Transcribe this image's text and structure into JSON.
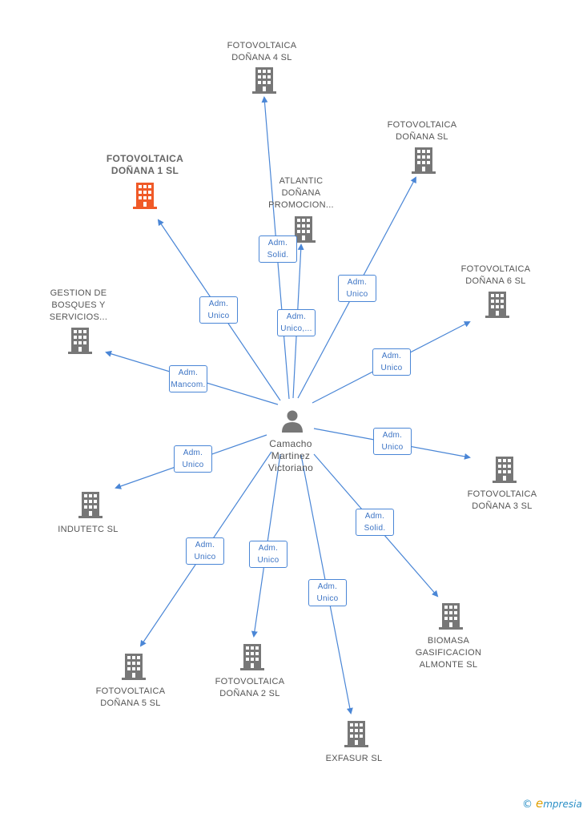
{
  "center": {
    "lines": [
      "Camacho",
      "Martinez",
      "Victoriano"
    ]
  },
  "nodes": [
    {
      "id": "fotovoltaica-donana-1",
      "lines": [
        "FOTOVOLTAICA",
        "DOÑANA 1 SL"
      ],
      "main": true
    },
    {
      "id": "fotovoltaica-donana-4",
      "lines": [
        "FOTOVOLTAICA",
        "DOÑANA 4 SL"
      ]
    },
    {
      "id": "fotovoltaica-donana",
      "lines": [
        "FOTOVOLTAICA",
        "DOÑANA SL"
      ]
    },
    {
      "id": "atlantic-donana",
      "lines": [
        "ATLANTIC",
        "DOÑANA",
        "PROMOCION..."
      ]
    },
    {
      "id": "fotovoltaica-donana-6",
      "lines": [
        "FOTOVOLTAICA",
        "DOÑANA 6  SL"
      ]
    },
    {
      "id": "gestion-bosques",
      "lines": [
        "GESTION DE",
        "BOSQUES Y",
        "SERVICIOS..."
      ]
    },
    {
      "id": "fotovoltaica-donana-3",
      "lines": [
        "FOTOVOLTAICA",
        "DOÑANA 3  SL"
      ]
    },
    {
      "id": "indutetc",
      "lines": [
        "INDUTETC SL"
      ]
    },
    {
      "id": "biomasa",
      "lines": [
        "BIOMASA",
        "GASIFICACION",
        "ALMONTE SL"
      ]
    },
    {
      "id": "fotovoltaica-donana-5",
      "lines": [
        "FOTOVOLTAICA",
        "DOÑANA 5 SL"
      ]
    },
    {
      "id": "fotovoltaica-donana-2",
      "lines": [
        "FOTOVOLTAICA",
        "DOÑANA 2 SL"
      ]
    },
    {
      "id": "exfasur",
      "lines": [
        "EXFASUR SL"
      ]
    }
  ],
  "edges": [
    {
      "to": "fotovoltaica-donana-1",
      "role": [
        "Adm.",
        "Unico"
      ]
    },
    {
      "to": "fotovoltaica-donana-4",
      "role": [
        "Adm.",
        "Solid."
      ]
    },
    {
      "to": "atlantic-donana",
      "role": [
        "Adm.",
        "Unico,..."
      ]
    },
    {
      "to": "fotovoltaica-donana",
      "role": [
        "Adm.",
        "Unico"
      ]
    },
    {
      "to": "fotovoltaica-donana-6",
      "role": [
        "Adm.",
        "Unico"
      ]
    },
    {
      "to": "gestion-bosques",
      "role": [
        "Adm.",
        "Mancom."
      ]
    },
    {
      "to": "fotovoltaica-donana-3",
      "role": [
        "Adm.",
        "Unico"
      ]
    },
    {
      "to": "indutetc",
      "role": [
        "Adm.",
        "Unico"
      ]
    },
    {
      "to": "biomasa",
      "role": [
        "Adm.",
        "Solid."
      ]
    },
    {
      "to": "fotovoltaica-donana-5",
      "role": [
        "Adm.",
        "Unico"
      ]
    },
    {
      "to": "fotovoltaica-donana-2",
      "role": [
        "Adm.",
        "Unico"
      ]
    },
    {
      "to": "exfasur",
      "role": [
        "Adm.",
        "Unico"
      ]
    }
  ],
  "brand": {
    "copyright": "©",
    "initial": "e",
    "rest": "mpresia"
  },
  "colors": {
    "edge": "#4a86d6",
    "building": "#777777",
    "main_building": "#f05a28",
    "person": "#777777"
  }
}
